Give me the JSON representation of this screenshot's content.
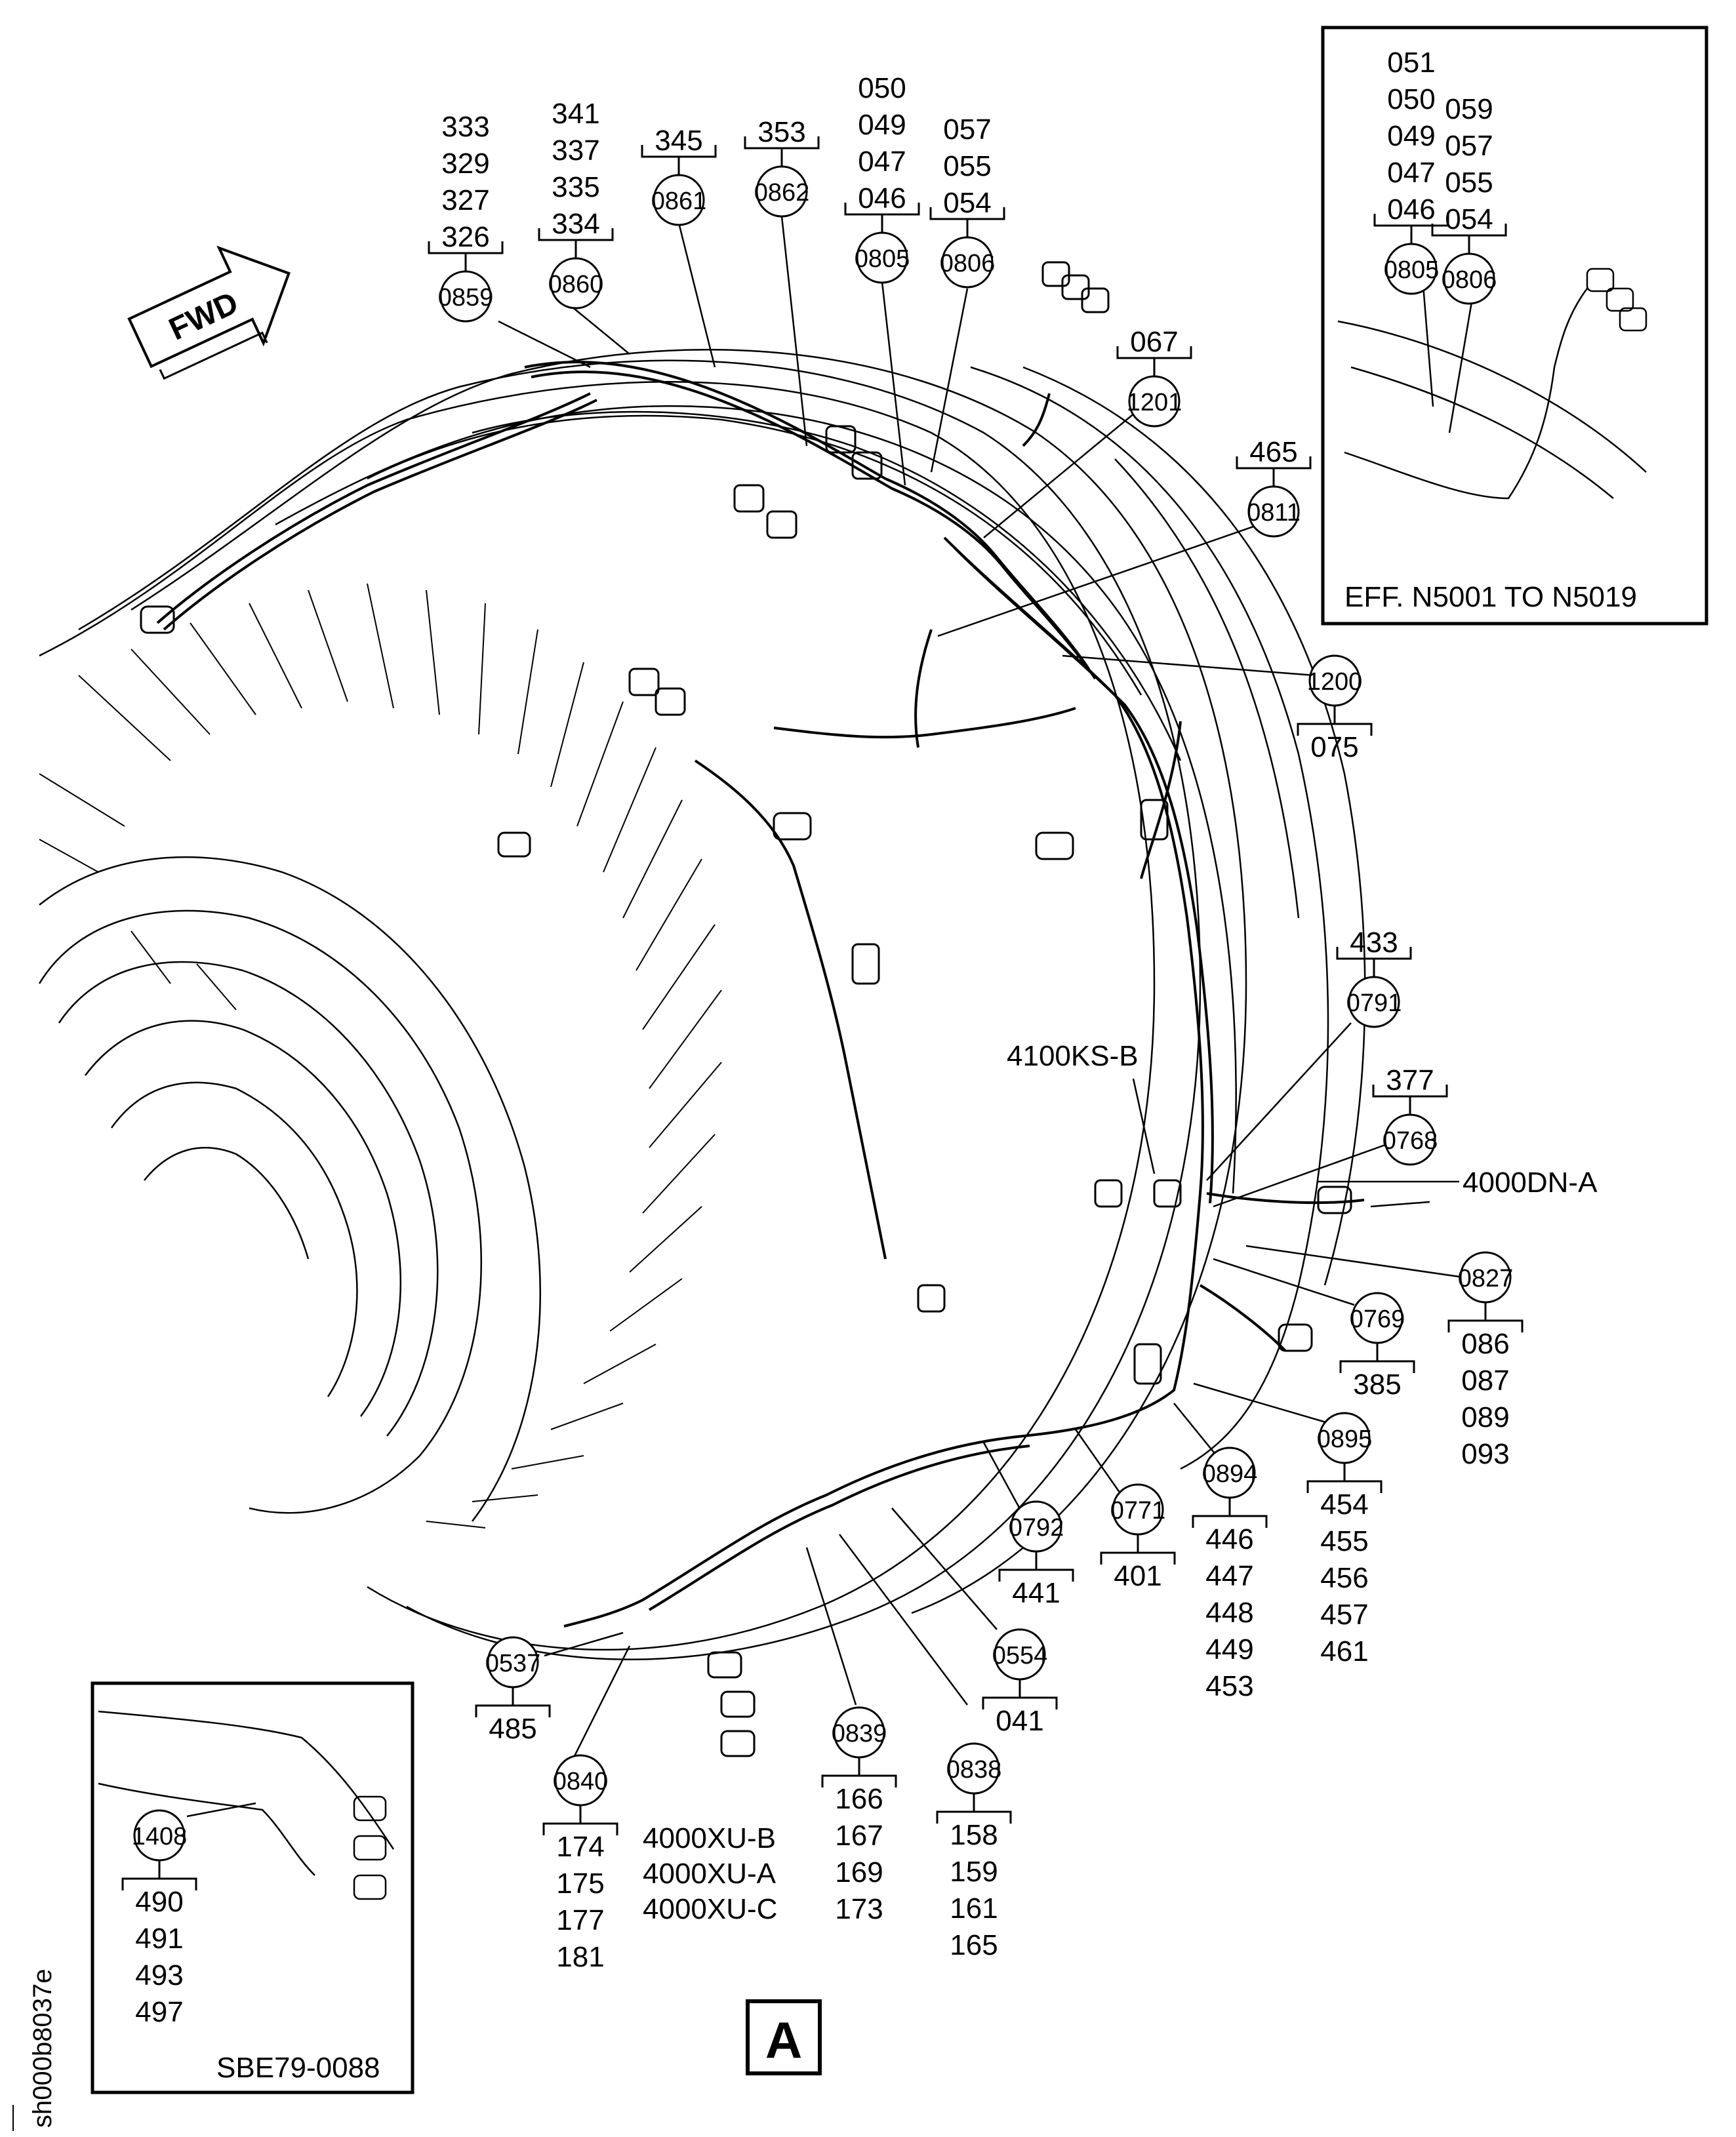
{
  "figure": {
    "drawing_id": "sh000b8037e",
    "view_label": "A",
    "direction_label": "FWD"
  },
  "insets": {
    "top_right": {
      "caption": "EFF. N5001 TO N5019",
      "callouts": [
        {
          "id": "0805",
          "items": [
            "051",
            "050",
            "049",
            "047",
            "046"
          ]
        },
        {
          "id": "0806",
          "items": [
            "059",
            "057",
            "055",
            "054"
          ]
        }
      ]
    },
    "bottom_left": {
      "caption": "SBE79-0088",
      "callouts": [
        {
          "id": "1408",
          "items": [
            "490",
            "491",
            "493",
            "497"
          ]
        }
      ]
    }
  },
  "callouts": [
    {
      "id": "0859",
      "items": [
        "333",
        "329",
        "327",
        "326"
      ]
    },
    {
      "id": "0860",
      "items": [
        "341",
        "337",
        "335",
        "334"
      ]
    },
    {
      "id": "0861",
      "items": [
        "345"
      ]
    },
    {
      "id": "0862",
      "items": [
        "353"
      ]
    },
    {
      "id": "0805",
      "items": [
        "050",
        "049",
        "047",
        "046"
      ]
    },
    {
      "id": "0806",
      "items": [
        "057",
        "055",
        "054"
      ]
    },
    {
      "id": "1201",
      "items": [
        "067"
      ]
    },
    {
      "id": "0811",
      "items": [
        "465"
      ]
    },
    {
      "id": "1200",
      "items": [
        "075"
      ]
    },
    {
      "id": "0791",
      "items": [
        "433"
      ]
    },
    {
      "id": "0768",
      "items": [
        "377"
      ]
    },
    {
      "id": "0827",
      "items": [
        "086",
        "087",
        "089",
        "093"
      ]
    },
    {
      "id": "0769",
      "items": [
        "385"
      ]
    },
    {
      "id": "0895",
      "items": [
        "454",
        "455",
        "456",
        "457",
        "461"
      ]
    },
    {
      "id": "0894",
      "items": [
        "446",
        "447",
        "448",
        "449",
        "453"
      ]
    },
    {
      "id": "0771",
      "items": [
        "401"
      ]
    },
    {
      "id": "0792",
      "items": [
        "441"
      ]
    },
    {
      "id": "0554",
      "items": [
        "041"
      ]
    },
    {
      "id": "0838",
      "items": [
        "158",
        "159",
        "161",
        "165"
      ]
    },
    {
      "id": "0839",
      "items": [
        "166",
        "167",
        "169",
        "173"
      ]
    },
    {
      "id": "0840",
      "items": [
        "174",
        "175",
        "177",
        "181"
      ]
    },
    {
      "id": "0537",
      "items": [
        "485"
      ]
    }
  ],
  "connector_labels": {
    "ks": "4100KS-B",
    "dn": "4000DN-A",
    "xu": [
      "4000XU-B",
      "4000XU-A",
      "4000XU-C"
    ]
  }
}
